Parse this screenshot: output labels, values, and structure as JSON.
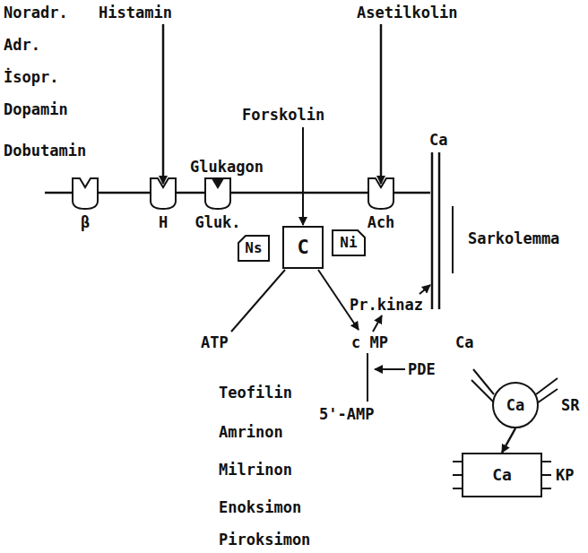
{
  "diagram": {
    "nodes": [
      {
        "text": [
          "β"
        ]
      },
      {
        "text": [
          "H"
        ]
      },
      {
        "text": [
          "Gluk."
        ]
      },
      {
        "text": [
          "Ach"
        ]
      },
      {
        "text": [
          "Ns"
        ]
      },
      {
        "text": [
          "C"
        ]
      },
      {
        "text": [
          "Ni"
        ]
      },
      {
        "text": [
          "Ca",
          "SR"
        ]
      },
      {
        "text": [
          "Ca",
          "KP"
        ]
      }
    ],
    "edges": [
      {
        "from": 7,
        "to": 8,
        "arrow": "to"
      }
    ],
    "labels": [
      "Noradr.",
      "Adr.",
      "İsopr.",
      "Dopamin",
      "Dobutamin",
      "Histamin",
      "Glukagon",
      "Asetilkolin",
      "Forskolin",
      "Ca",
      "Sarkolemma",
      "Pr.kinaz",
      "ATP",
      "c MP",
      "PDE",
      "Ca",
      "Teofilin",
      "Amrinon",
      "Milrinon",
      "Enoksimon",
      "Piroksimon",
      "5'-AMP"
    ]
  }
}
